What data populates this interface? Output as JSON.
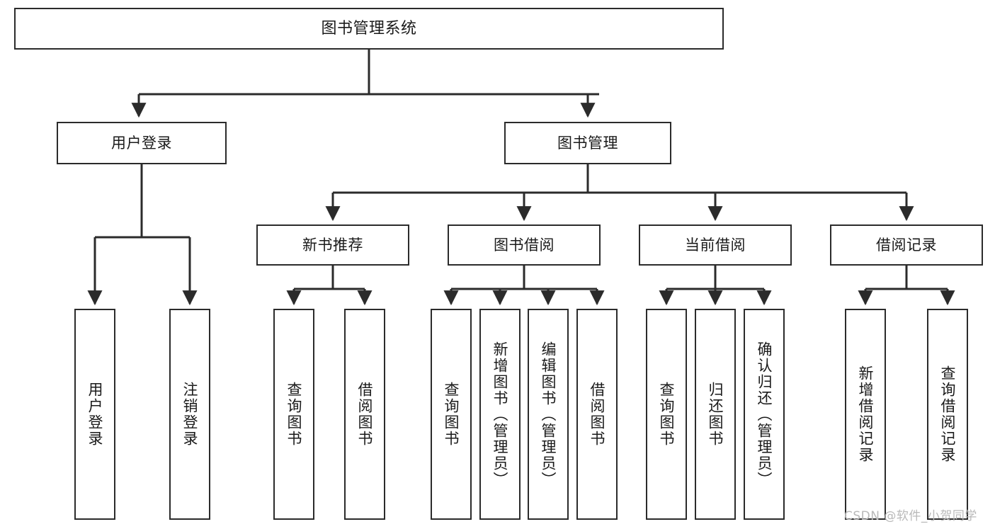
{
  "diagram": {
    "type": "tree-hierarchy",
    "title": "图书管理系统",
    "root": {
      "label": "图书管理系统"
    },
    "level1": [
      {
        "label": "用户登录"
      },
      {
        "label": "图书管理"
      }
    ],
    "level2": [
      {
        "label": "新书推荐",
        "parent": "图书管理"
      },
      {
        "label": "图书借阅",
        "parent": "图书管理"
      },
      {
        "label": "当前借阅",
        "parent": "图书管理"
      },
      {
        "label": "借阅记录",
        "parent": "图书管理"
      }
    ],
    "leaves": [
      {
        "label": "用户登录",
        "parent": "用户登录"
      },
      {
        "label": "注销登录",
        "parent": "用户登录"
      },
      {
        "label": "查询图书",
        "parent": "新书推荐"
      },
      {
        "label": "借阅图书",
        "parent": "新书推荐"
      },
      {
        "label": "查询图书",
        "parent": "图书借阅"
      },
      {
        "label": "新增图书（管理员）",
        "parent": "图书借阅"
      },
      {
        "label": "编辑图书（管理员）",
        "parent": "图书借阅"
      },
      {
        "label": "借阅图书",
        "parent": "图书借阅"
      },
      {
        "label": "查询图书",
        "parent": "当前借阅"
      },
      {
        "label": "归还图书",
        "parent": "当前借阅"
      },
      {
        "label": "确认归还（管理员）",
        "parent": "当前借阅"
      },
      {
        "label": "新增借阅记录",
        "parent": "借阅记录"
      },
      {
        "label": "查询借阅记录",
        "parent": "借阅记录"
      }
    ],
    "colors": {
      "box_border": "#2b2b2b",
      "box_fill": "#ffffff",
      "connector": "#2b2b2b",
      "text": "#1a1a1a",
      "watermark": "#b9b9b9",
      "background": "#ffffff"
    }
  },
  "watermark": {
    "text": "CSDN @软件_小贺同学"
  }
}
